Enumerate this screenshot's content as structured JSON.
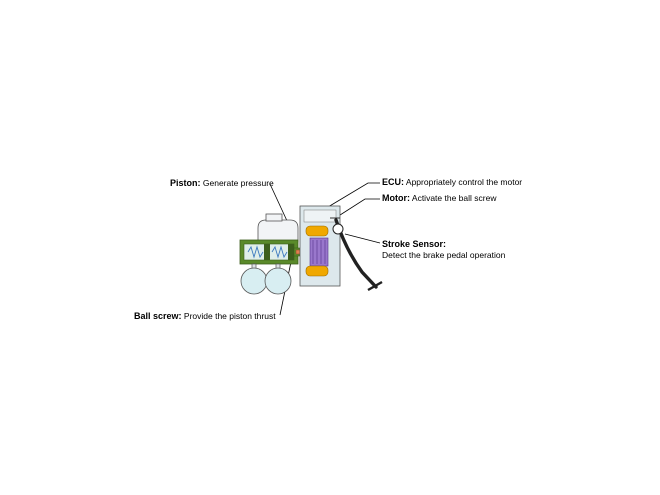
{
  "labels": {
    "piston": {
      "title": "Piston:",
      "desc": "Generate pressure"
    },
    "ecu": {
      "title": "ECU:",
      "desc": "Appropriately control the motor"
    },
    "motor": {
      "title": "Motor:",
      "desc": "Activate the ball screw"
    },
    "stroke_sensor": {
      "title": "Stroke Sensor:",
      "desc": "Detect the brake pedal operation"
    },
    "ball_screw": {
      "title": "Ball screw:",
      "desc": "Provide the piston thrust"
    }
  },
  "colors": {
    "cylinder": "#5a8a2a",
    "housing": "#dde8ec",
    "tank": "#d8eef2",
    "coil": "#f0a800",
    "gear": "#9977cc",
    "screw": "#e08050"
  }
}
